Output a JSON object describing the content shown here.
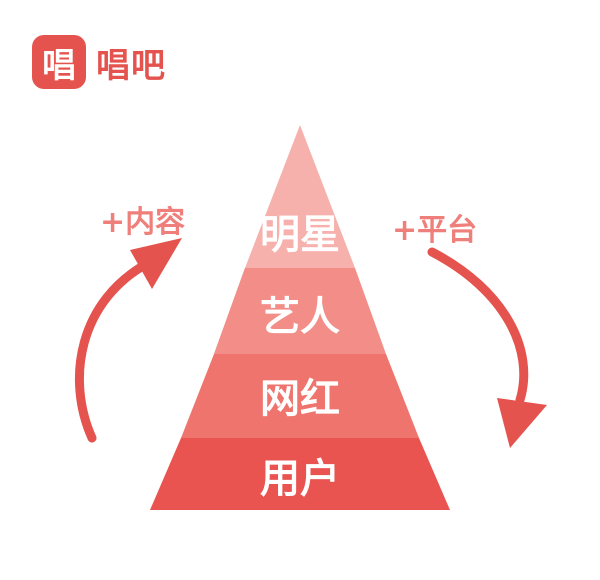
{
  "brand": {
    "icon_char": "唱",
    "name": "唱吧",
    "color": "#e5534e"
  },
  "pyramid": {
    "layers": [
      {
        "label": "明星",
        "color": "#f6b1ad"
      },
      {
        "label": "艺人",
        "color": "#f28d87"
      },
      {
        "label": "网红",
        "color": "#ee746d"
      },
      {
        "label": "用户",
        "color": "#e95450"
      }
    ]
  },
  "side_labels": {
    "left": "+内容",
    "right": "+平台",
    "color": "#ef7f7a"
  },
  "arrow_color": "#e5534e"
}
